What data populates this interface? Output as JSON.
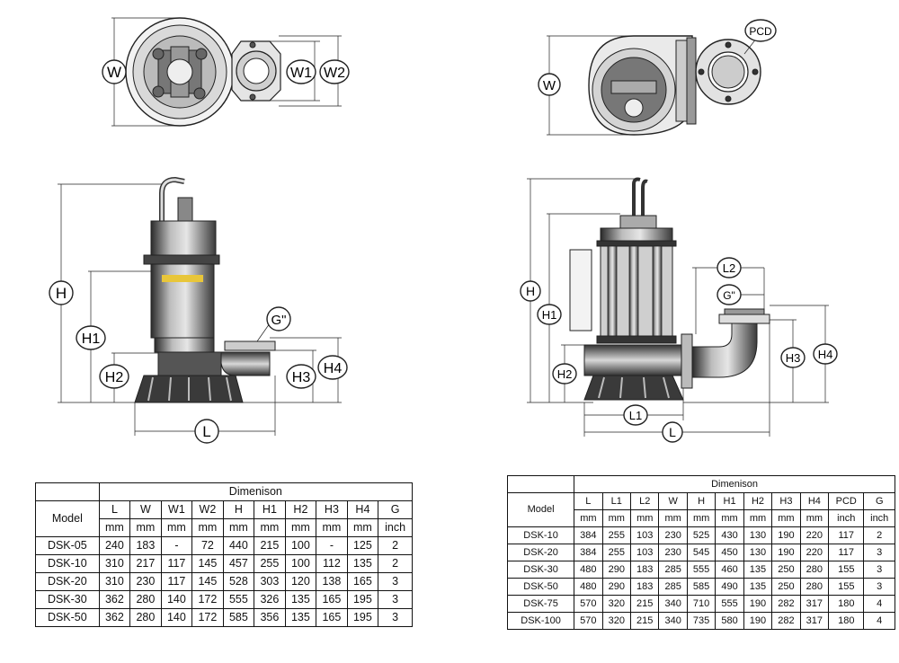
{
  "left_drawing": {
    "labels": {
      "W": "W",
      "W1": "W1",
      "W2": "W2",
      "H": "H",
      "H1": "H1",
      "H2": "H2",
      "G": "G\"",
      "H3": "H3",
      "H4": "H4",
      "L": "L"
    }
  },
  "right_drawing": {
    "labels": {
      "PCD": "PCD",
      "W": "W",
      "L2": "L2",
      "G": "G\"",
      "H": "H",
      "H1": "H1",
      "H2": "H2",
      "H3": "H3",
      "H4": "H4",
      "L1": "L1",
      "L": "L"
    }
  },
  "table_left": {
    "title": "Dimenison",
    "model_header": "Model",
    "headers": [
      "L",
      "W",
      "W1",
      "W2",
      "H",
      "H1",
      "H2",
      "H3",
      "H4",
      "G"
    ],
    "units": [
      "mm",
      "mm",
      "mm",
      "mm",
      "mm",
      "mm",
      "mm",
      "mm",
      "mm",
      "inch"
    ],
    "rows": [
      [
        "DSK-05",
        "240",
        "183",
        "-",
        "72",
        "440",
        "215",
        "100",
        "-",
        "125",
        "2"
      ],
      [
        "DSK-10",
        "310",
        "217",
        "117",
        "145",
        "457",
        "255",
        "100",
        "112",
        "135",
        "2"
      ],
      [
        "DSK-20",
        "310",
        "230",
        "117",
        "145",
        "528",
        "303",
        "120",
        "138",
        "165",
        "3"
      ],
      [
        "DSK-30",
        "362",
        "280",
        "140",
        "172",
        "555",
        "326",
        "135",
        "165",
        "195",
        "3"
      ],
      [
        "DSK-50",
        "362",
        "280",
        "140",
        "172",
        "585",
        "356",
        "135",
        "165",
        "195",
        "3"
      ]
    ]
  },
  "table_right": {
    "title": "Dimenison",
    "model_header": "Model",
    "headers": [
      "L",
      "L1",
      "L2",
      "W",
      "H",
      "H1",
      "H2",
      "H3",
      "H4",
      "PCD",
      "G"
    ],
    "units": [
      "mm",
      "mm",
      "mm",
      "mm",
      "mm",
      "mm",
      "mm",
      "mm",
      "mm",
      "inch",
      "inch"
    ],
    "rows": [
      [
        "DSK-10",
        "384",
        "255",
        "103",
        "230",
        "525",
        "430",
        "130",
        "190",
        "220",
        "117",
        "2"
      ],
      [
        "DSK-20",
        "384",
        "255",
        "103",
        "230",
        "545",
        "450",
        "130",
        "190",
        "220",
        "117",
        "3"
      ],
      [
        "DSK-30",
        "480",
        "290",
        "183",
        "285",
        "555",
        "460",
        "135",
        "250",
        "280",
        "155",
        "3"
      ],
      [
        "DSK-50",
        "480",
        "290",
        "183",
        "285",
        "585",
        "490",
        "135",
        "250",
        "280",
        "155",
        "3"
      ],
      [
        "DSK-75",
        "570",
        "320",
        "215",
        "340",
        "710",
        "555",
        "190",
        "282",
        "317",
        "180",
        "4"
      ],
      [
        "DSK-100",
        "570",
        "320",
        "215",
        "340",
        "735",
        "580",
        "190",
        "282",
        "317",
        "180",
        "4"
      ]
    ]
  }
}
